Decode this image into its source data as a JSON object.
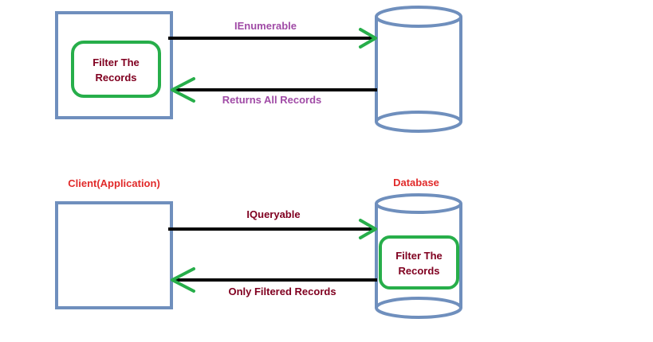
{
  "top": {
    "request_label": "IEnumerable",
    "response_label": "Returns All Records",
    "filter_box": {
      "line1": "Filter The",
      "line2": "Records"
    }
  },
  "bottom": {
    "client_label": "Client(Application)",
    "database_label": "Database",
    "request_label": "IQueryable",
    "response_label": "Only Filtered Records",
    "filter_box": {
      "line1": "Filter The",
      "line2": "Records"
    }
  },
  "colors": {
    "box_stroke": "#6f8fbd",
    "filter_stroke": "#27ae4a",
    "arrow_line": "#000000",
    "arrow_head": "#27ae4a",
    "request_text": "#a04ba6",
    "response_text": "#800020",
    "entity_label_text": "#e12b2b"
  }
}
